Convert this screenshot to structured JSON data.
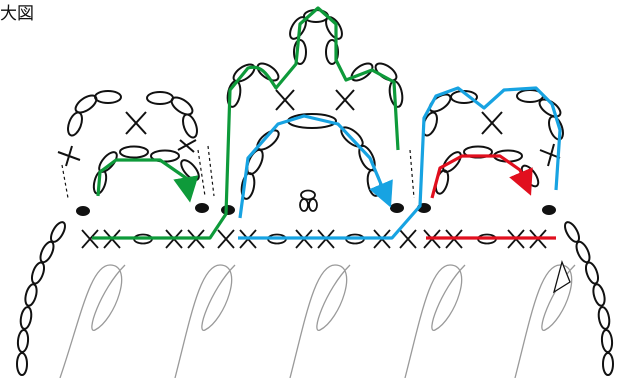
{
  "title": "大図",
  "colors": {
    "ink": "#111111",
    "loop": "#9a9a9a",
    "green": "#0e9a3a",
    "blue": "#17a3e2",
    "red": "#e10f1e"
  },
  "symbols": {
    "single_crochet": "x",
    "chain": "o",
    "bead": "dot"
  }
}
